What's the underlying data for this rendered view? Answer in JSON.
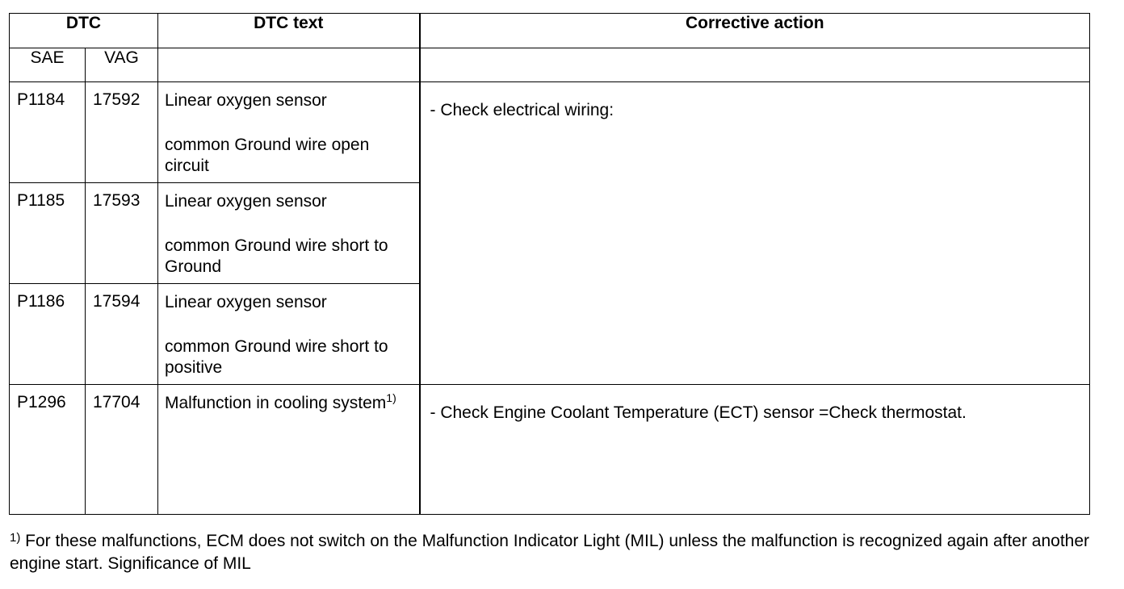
{
  "table": {
    "headers": {
      "dtc": "DTC",
      "dtc_text": "DTC text",
      "corrective_action": "Corrective action"
    },
    "subheaders": {
      "sae": "SAE",
      "vag": "VAG"
    },
    "rows": [
      {
        "sae": "P1184",
        "vag": "17592",
        "text_line1": "Linear oxygen sensor",
        "text_line2": "common Ground wire open circuit"
      },
      {
        "sae": "P1185",
        "vag": "17593",
        "text_line1": "Linear oxygen sensor",
        "text_line2": "common Ground wire short to Ground"
      },
      {
        "sae": "P1186",
        "vag": "17594",
        "text_line1": "Linear oxygen sensor",
        "text_line2": "common Ground wire short to positive"
      },
      {
        "sae": "P1296",
        "vag": "17704",
        "text_line1": "Malfunction in cooling system",
        "footnote_mark": "1)"
      }
    ],
    "actions": {
      "group1": "- Check electrical wiring:",
      "group2": "- Check Engine Coolant Temperature (ECT) sensor =Check thermostat."
    }
  },
  "footnote": {
    "mark": "1)",
    "text": " For these malfunctions, ECM does not switch on the Malfunction Indicator Light (MIL) unless the malfunction is recognized again after another engine start. Significance of MIL"
  }
}
